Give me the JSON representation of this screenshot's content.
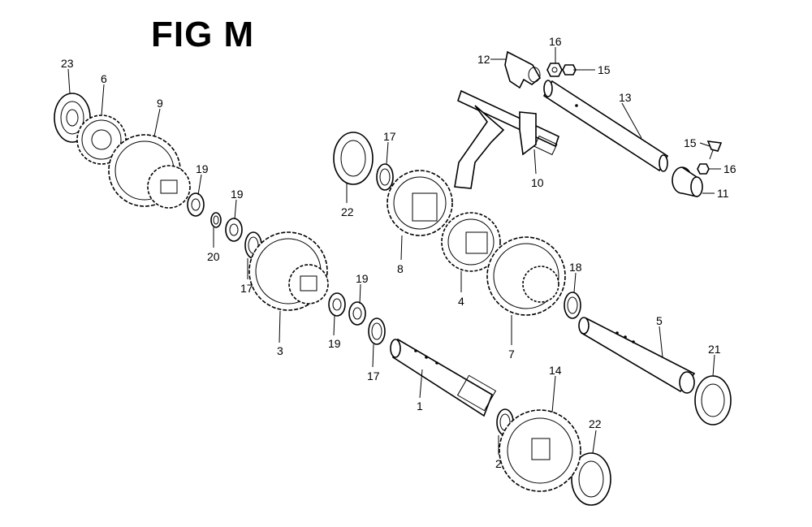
{
  "figure": {
    "title": "FIG M",
    "labels": [
      "1",
      "2",
      "3",
      "4",
      "5",
      "6",
      "7",
      "8",
      "9",
      "10",
      "11",
      "12",
      "13",
      "14",
      "15",
      "16",
      "17",
      "18",
      "19",
      "20",
      "21",
      "22",
      "23"
    ]
  },
  "colors": {
    "line": "#000000",
    "background": "#ffffff"
  }
}
